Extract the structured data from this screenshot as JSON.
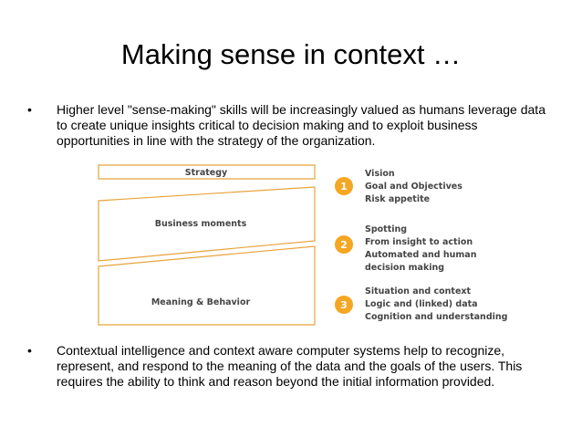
{
  "slide": {
    "title": "Making sense in context …",
    "bullets": [
      {
        "marker": "•",
        "text": "Higher level \"sense-making\" skills will be increasingly valued as humans leverage data to create unique insights critical to decision making and to exploit business opportunities in line with the strategy of the organization."
      },
      {
        "marker": "•",
        "text": "Contextual intelligence and context aware computer systems help to recognize, represent, and respond to the meaning of the data and the goals of the users. This requires the ability to think and reason beyond the initial information provided."
      }
    ]
  },
  "diagram": {
    "accent_color": "#f5a623",
    "layers": [
      {
        "label": "Strategy"
      },
      {
        "label": "Business moments"
      },
      {
        "label": "Meaning & Behavior"
      }
    ],
    "steps": [
      {
        "number": "1",
        "items": [
          "Vision",
          "Goal and Objectives",
          "Risk appetite"
        ]
      },
      {
        "number": "2",
        "items": [
          "Spotting",
          "From insight to action",
          "Automated and human",
          "decision making"
        ]
      },
      {
        "number": "3",
        "items": [
          "Situation and context",
          "Logic and (linked) data",
          "Cognition and understanding"
        ]
      }
    ]
  }
}
